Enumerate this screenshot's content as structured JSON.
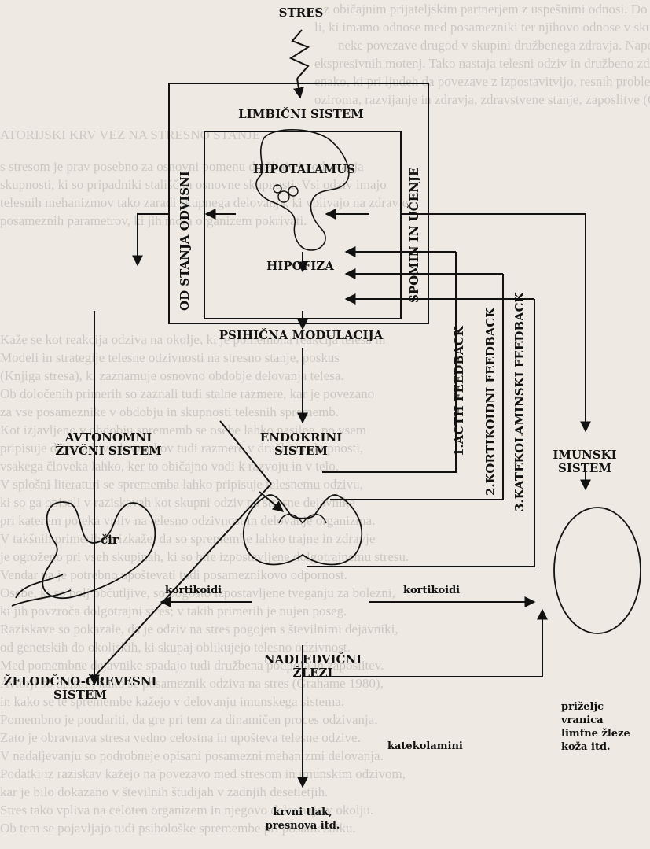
{
  "diagram": {
    "stress": "STRES",
    "limbic": "LIMBIČNI SISTEM",
    "hypothalamus": "HIPOTALAMUS",
    "pituitary": "HIPOFIZA",
    "state_dependent": "OD STANJA ODVISNI",
    "memory_learning": "SPOMIN IN UČENJE",
    "psych_modulation": "PSIHIČNA MODULACIJA",
    "feedback_acth": "1.ACTH FEEDBACK",
    "feedback_cortico": "2.KORTIKOIDNI FEEDBACK",
    "feedback_catechol": "3.KATEKOLAMINSKI FEEDBACK",
    "autonomic_1": "AVTONOMNI",
    "autonomic_2": "ŽIVČNI SISTEM",
    "endocrine_1": "ENDOKRINI",
    "endocrine_2": "SISTEM",
    "immune_1": "IMUNSKI",
    "immune_2": "SISTEM",
    "ulcer": "čir",
    "corticoids_left": "kortikoidi",
    "corticoids_right": "kortikoidi",
    "gi_1": "ŽELODČNO-ČREVESNI",
    "gi_2": "SISTEM",
    "adrenal_1": "NADLEDVIČNI",
    "adrenal_2": "ŽLEZI",
    "catecholamines": "katekolamini",
    "organs_1": "priželjc",
    "organs_2": "vranica",
    "organs_3": "limfne žleze",
    "organs_4": "koža itd.",
    "outcome_1": "krvni tlak,",
    "outcome_2": "presnova itd."
  }
}
